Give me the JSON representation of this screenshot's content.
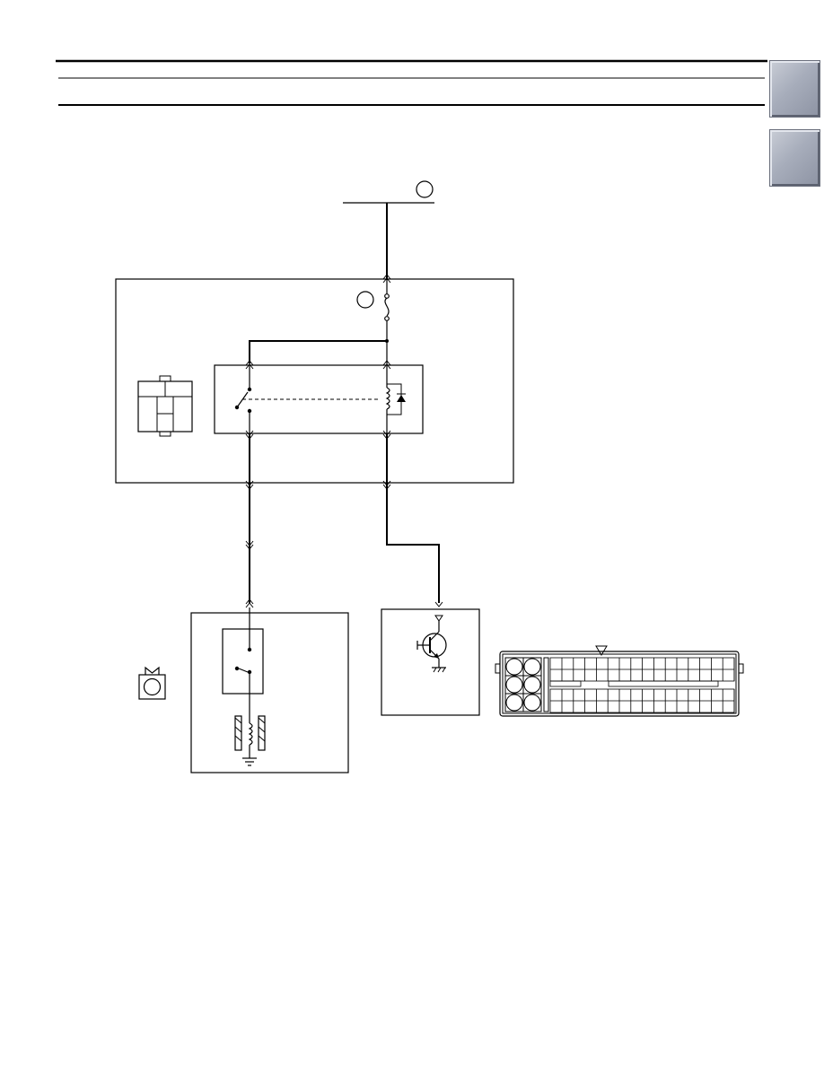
{
  "page": {
    "background": "#ffffff",
    "line_color": "#000000",
    "tab_color": "#a7adbb"
  },
  "diagram": {
    "components": [
      {
        "id": "power-supply-bus",
        "label": ""
      },
      {
        "id": "relay-box",
        "label": ""
      },
      {
        "id": "fuse",
        "label": ""
      },
      {
        "id": "relay",
        "label": ""
      },
      {
        "id": "solenoid-unit",
        "label": ""
      },
      {
        "id": "control-unit-transistor",
        "label": ""
      },
      {
        "id": "connector-face",
        "label": ""
      }
    ],
    "callout_circles": [
      "",
      ""
    ]
  }
}
